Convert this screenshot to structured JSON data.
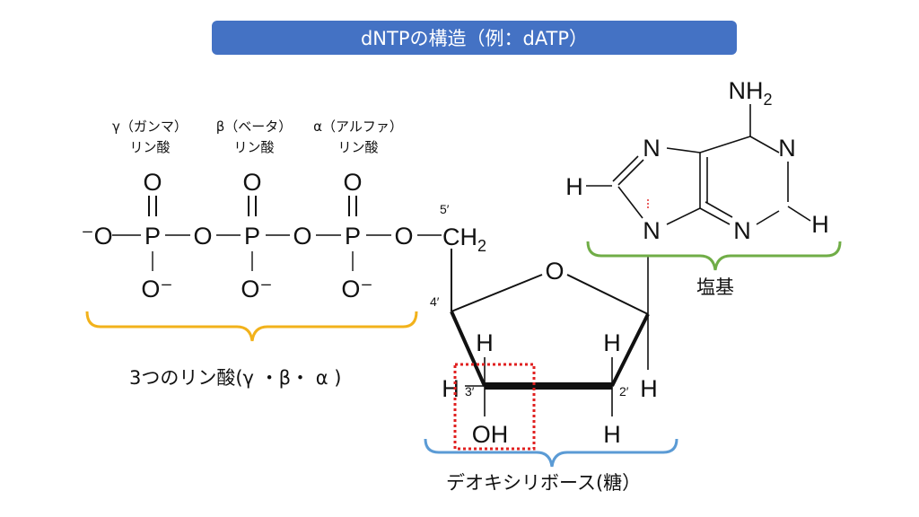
{
  "title": "dNTPの構造（例：dATP）",
  "phosphates": {
    "gamma_label": "γ（ガンマ）",
    "beta_label": "β（ベータ）",
    "alpha_label": "α（アルファ）",
    "phosphate_word": "リン酸",
    "group_caption": "3つのリン酸(γ ・β・ α )"
  },
  "atoms": {
    "O": "O",
    "P": "P",
    "O_minus": "O⁻",
    "minus_O": "⁻O",
    "CH": "CH",
    "sub2": "2",
    "H": "H",
    "OH": "OH",
    "N": "N",
    "NH": "NH"
  },
  "positions": {
    "c5": "5′",
    "c4": "4′",
    "c3": "3′",
    "c2": "2′"
  },
  "captions": {
    "base": "塩基",
    "sugar": "デオキシリボース(糖）"
  },
  "colors": {
    "title_bg": "#4472c4",
    "phosphate_brace": "#f2b21b",
    "base_brace": "#70ad47",
    "sugar_brace": "#5b9bd5",
    "highlight_box": "#e02020"
  }
}
